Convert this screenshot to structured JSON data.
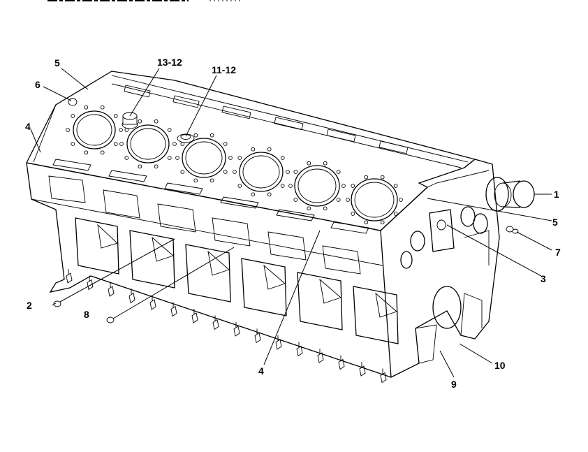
{
  "callouts": [
    {
      "id": "c5a",
      "label": "5"
    },
    {
      "id": "c6",
      "label": "6"
    },
    {
      "id": "c4a",
      "label": "4"
    },
    {
      "id": "c13",
      "label": "13-12"
    },
    {
      "id": "c11",
      "label": "11-12"
    },
    {
      "id": "c1",
      "label": "1"
    },
    {
      "id": "c5b",
      "label": "5"
    },
    {
      "id": "c7",
      "label": "7"
    },
    {
      "id": "c3",
      "label": "3"
    },
    {
      "id": "c2",
      "label": "2"
    },
    {
      "id": "c8",
      "label": "8"
    },
    {
      "id": "c4b",
      "label": "4"
    },
    {
      "id": "c9",
      "label": "9"
    },
    {
      "id": "c10",
      "label": "10"
    }
  ]
}
